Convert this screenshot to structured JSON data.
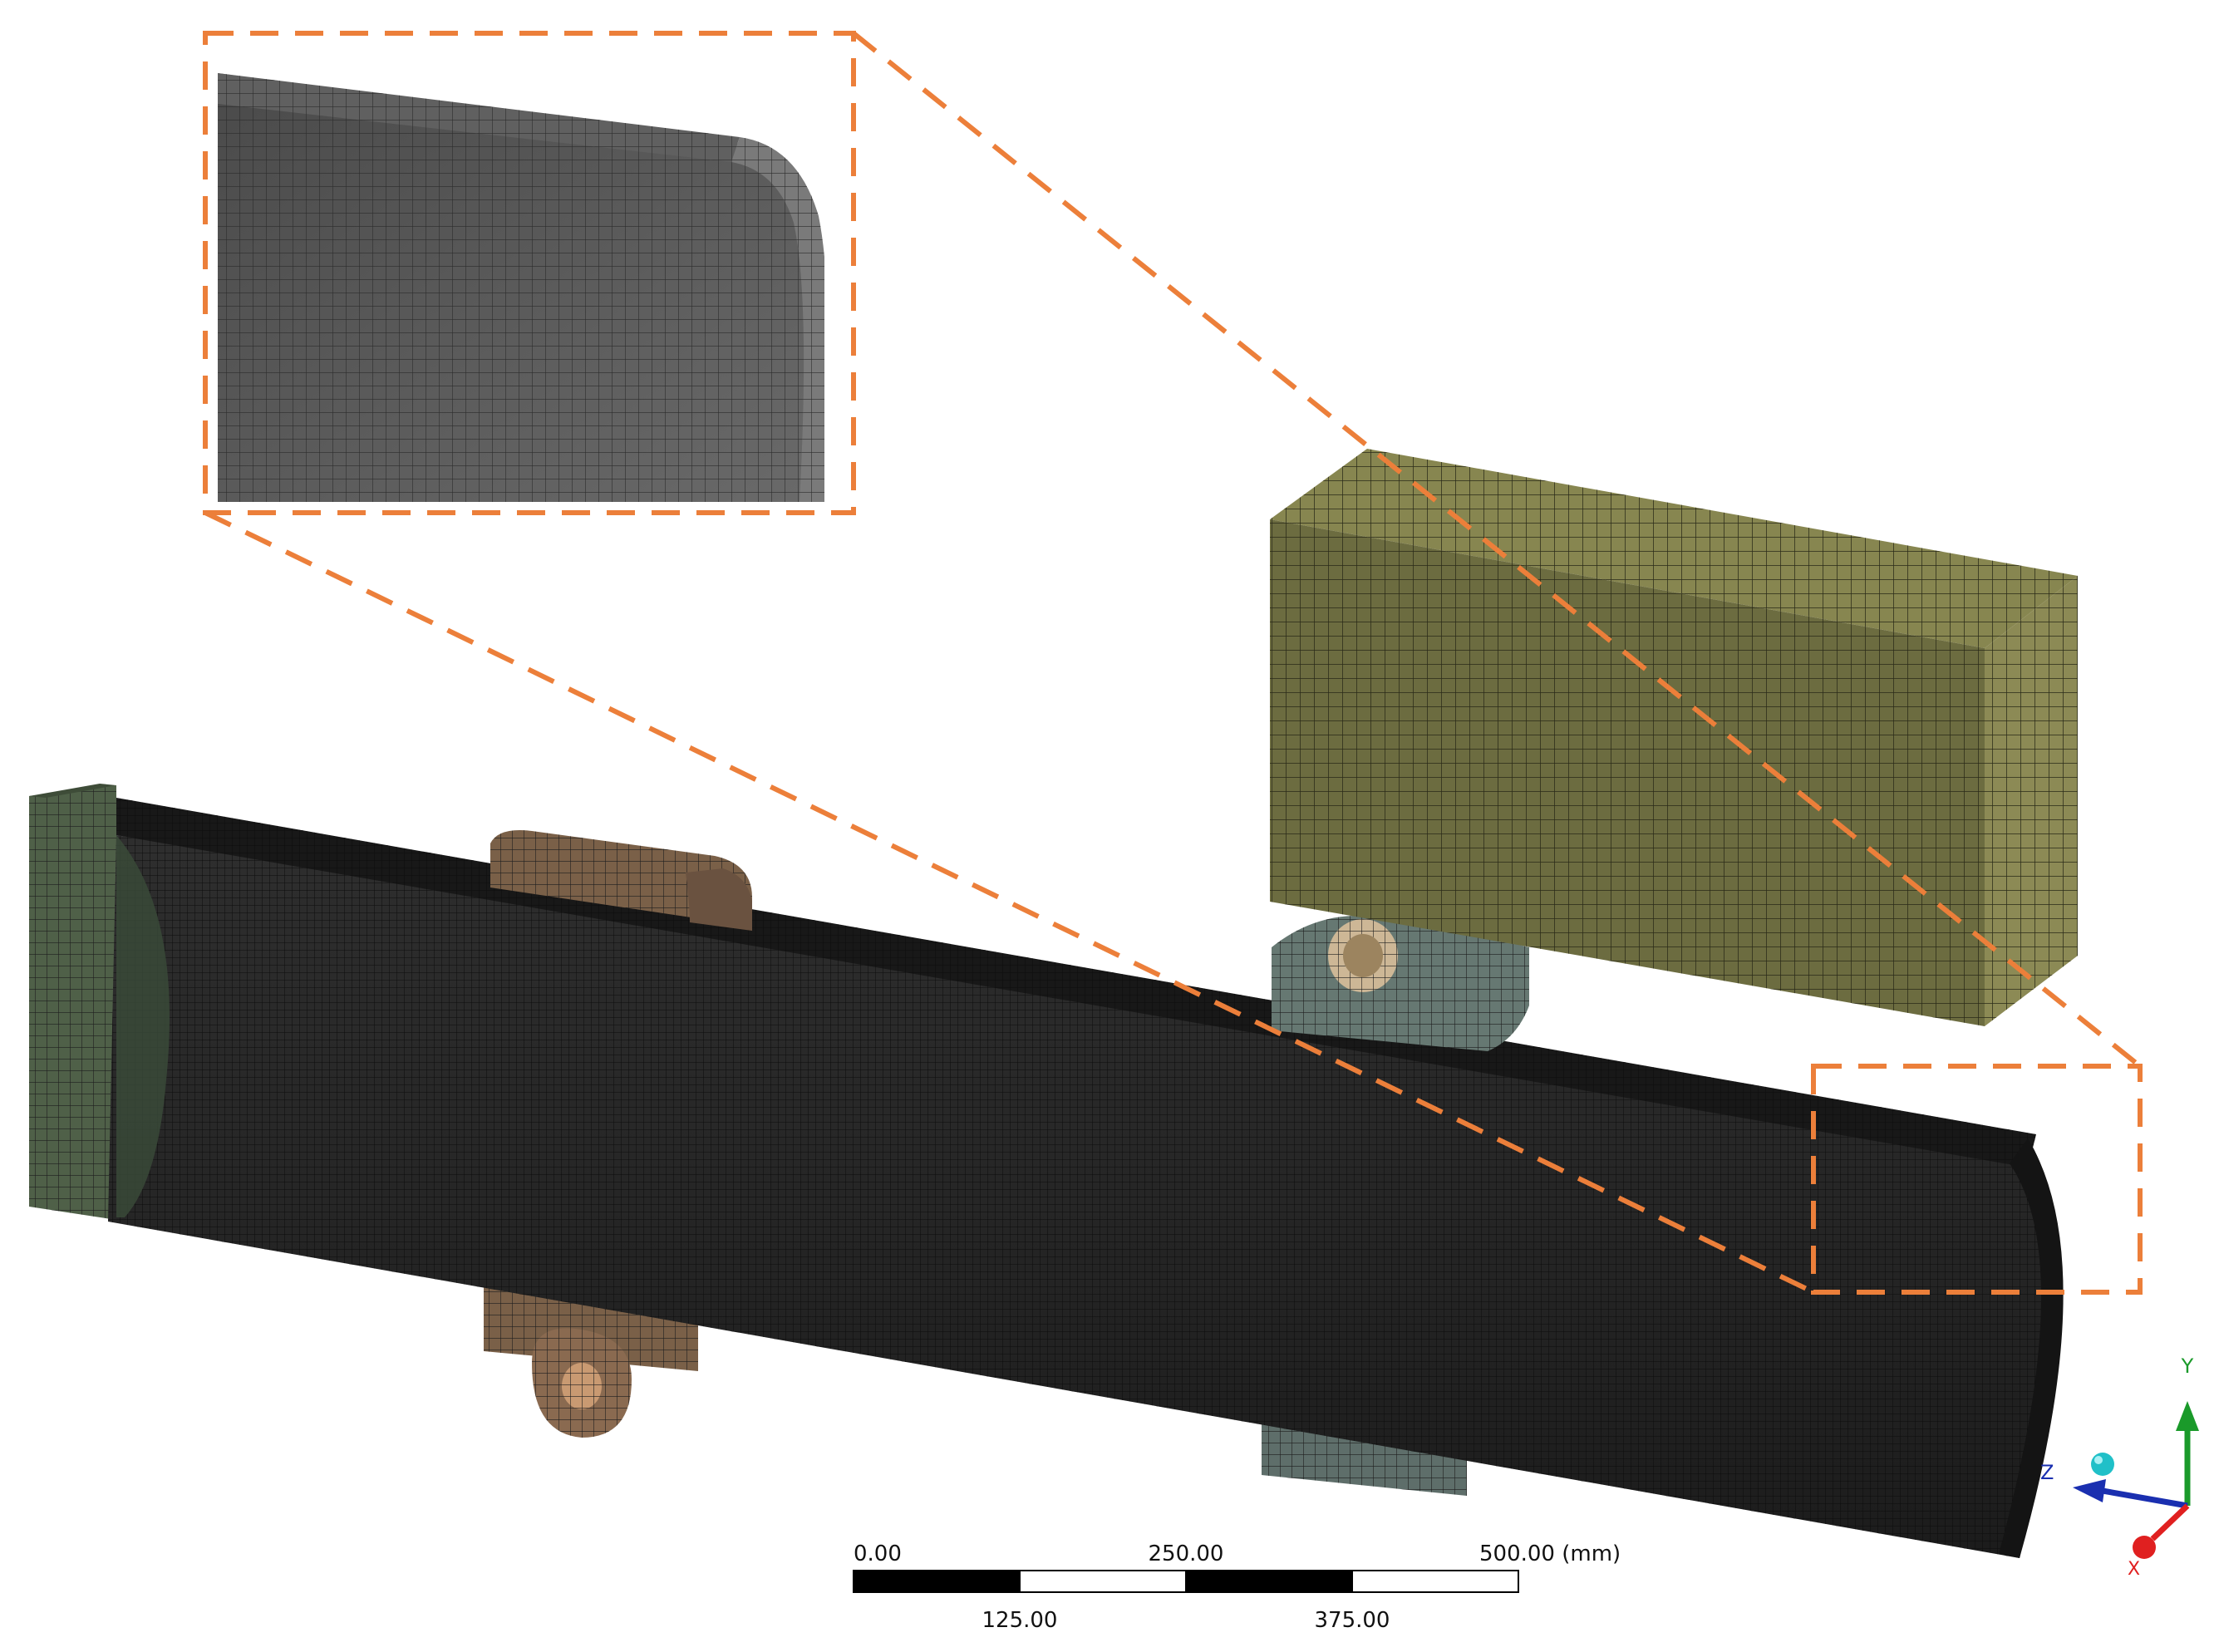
{
  "scale_bar": {
    "top_labels": [
      "0.00",
      "250.00",
      "500.00 (mm)"
    ],
    "bottom_labels": [
      "125.00",
      "375.00"
    ]
  },
  "triad": {
    "x_label": "X",
    "y_label": "Y",
    "z_label": "Z",
    "colors": {
      "x": "#e02020",
      "y": "#1a9a2a",
      "z": "#1a2fb0",
      "iso_ball": "#20c0c8"
    }
  },
  "colors": {
    "callout_outline": "#ec7f3a",
    "pipe_mesh": "#262626",
    "block_mesh": "#6c6c40",
    "end_plate": "#4f6048",
    "clamp_brown": "#7a6048",
    "clamp_gray": "#5e6e6a",
    "detail_mesh": "#5a5a5a"
  },
  "icons": [
    "coordinate-triad-icon"
  ]
}
